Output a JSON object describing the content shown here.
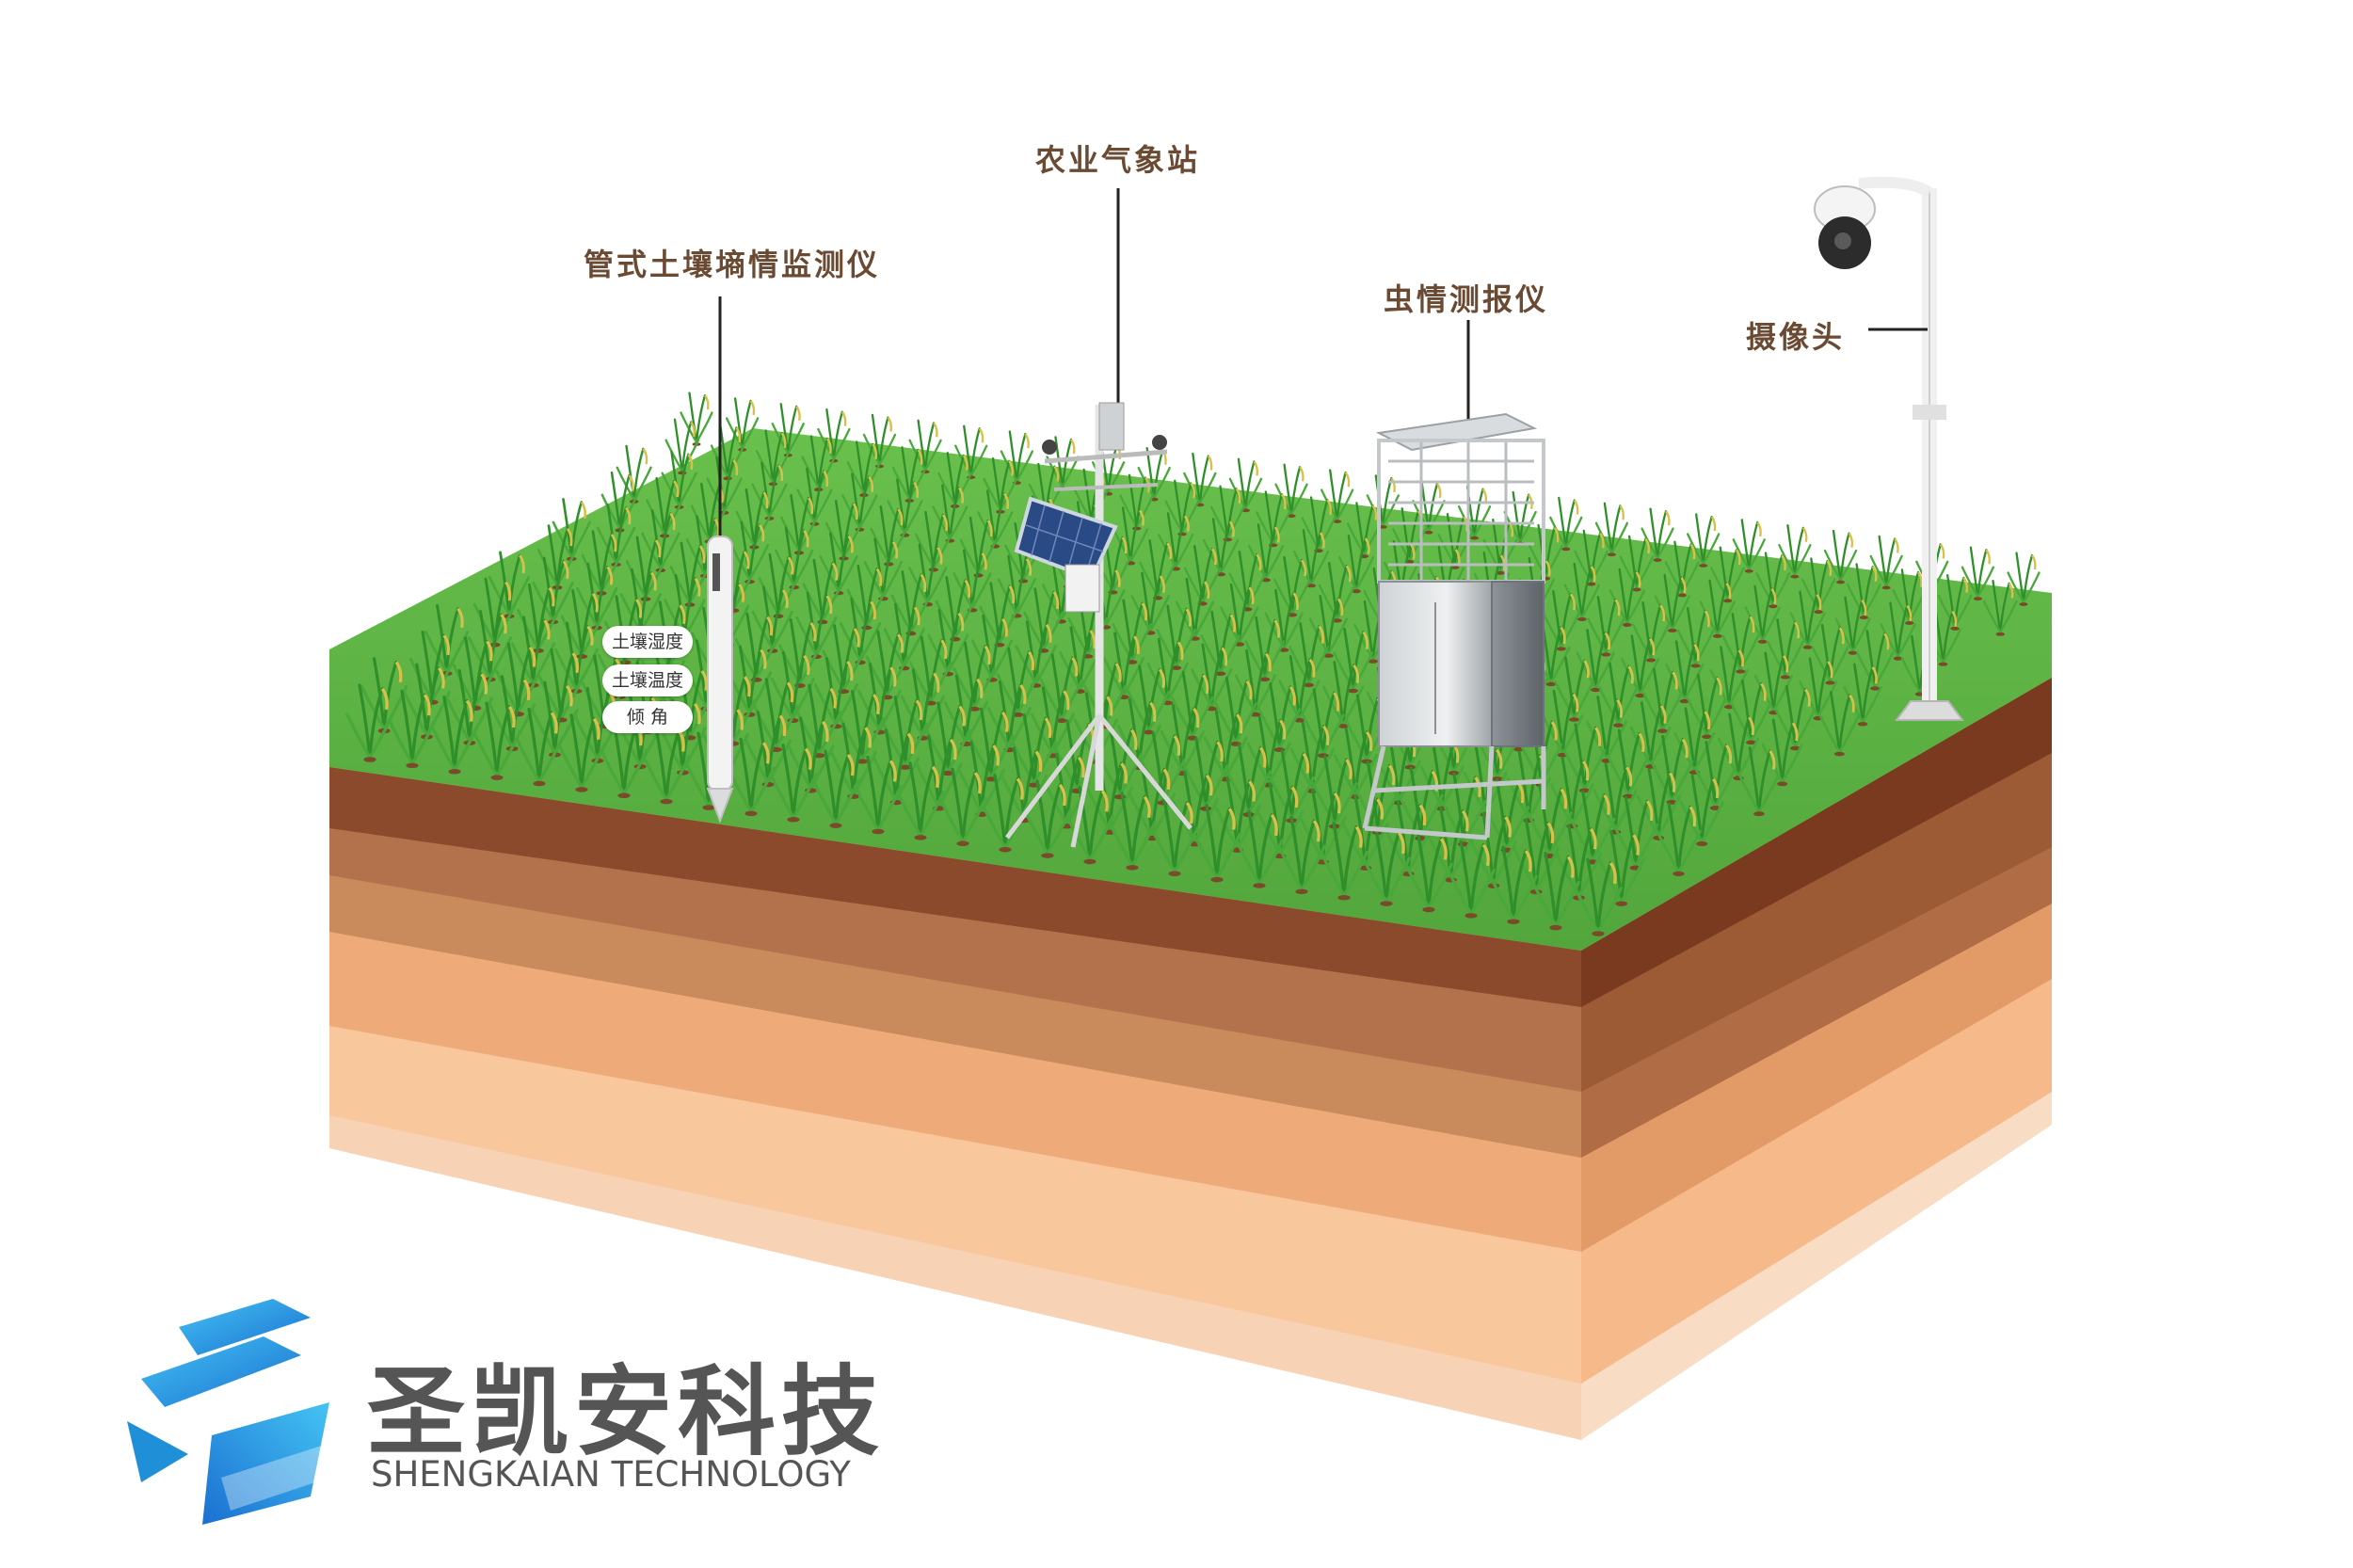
{
  "labels": {
    "soil_probe": "管式土壤墒情监测仪",
    "weather_station": "农业气象站",
    "insect_monitor": "虫情测报仪",
    "camera": "摄像头"
  },
  "probe_tags": [
    "土壤湿度",
    "土壤温度",
    "倾 角"
  ],
  "logo": {
    "name_cn": "圣凯安科技",
    "name_en": "SHENGKAIAN TECHNOLOGY"
  },
  "colors": {
    "grass": "#5bb043",
    "soil_layers": [
      "#8b4a2b",
      "#b06f48",
      "#c9895b",
      "#f2ab78",
      "#f8c79b"
    ],
    "label_text": "#6b4a33",
    "logo_blue": "#1f8fd8"
  }
}
